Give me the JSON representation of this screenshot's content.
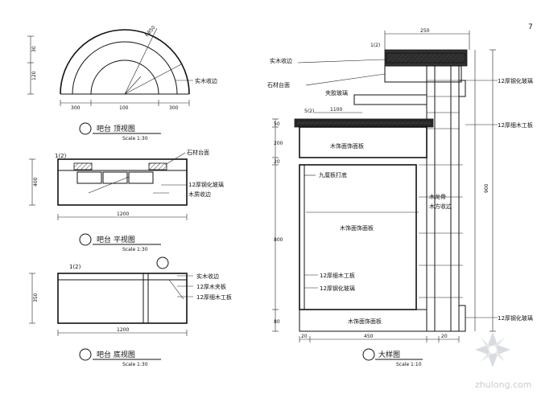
{
  "page_title": "吧台详图",
  "corner_mark": "7",
  "views": {
    "top_plan": {
      "title": "吧台 顶视图",
      "scale": "Scale 1:30",
      "label_edge": "实木收边",
      "dims_bottom": [
        "300",
        "100",
        "300"
      ],
      "dims_left": [
        "30",
        "120"
      ]
    },
    "plan": {
      "title": "吧台 平视图",
      "scale": "Scale 1:30",
      "label_top": "石材台面",
      "label_1": "12厚钢化玻璃",
      "label_2": "木质收边",
      "dims_bottom": [
        "1200"
      ],
      "dims_left": [
        "400"
      ]
    },
    "lower_plan": {
      "title": "吧台 底视图",
      "scale": "Scale 1:30",
      "label_1": "实木收边",
      "label_2": "12厚木夹板",
      "label_3": "12厚细木工板",
      "dims_bottom": [
        "1200"
      ],
      "dims_left": [
        "350"
      ]
    },
    "section": {
      "title": "大样图",
      "scale": "Scale 1:10",
      "label_top_1": "实木收边",
      "label_top_2": "石材台面",
      "label_glass": "夹胶玻璃",
      "label_panel_1": "木饰面饰面板",
      "label_panel_2": "九厘板打底",
      "label_panel_3": "木饰面饰面板",
      "label_frame_1": "木龙骨",
      "label_frame_2": "木方收边",
      "label_board_1": "12厚细木工板",
      "label_board_2": "12厚钢化玻璃",
      "label_base": "木饰面饰面板",
      "right_labels": [
        "12厚钢化玻璃",
        "12厚细木工板",
        "12厚钢化玻璃"
      ],
      "dims_top": [
        "250"
      ],
      "dims_left": [
        "50",
        "200",
        "20",
        "800",
        "80"
      ],
      "dims_right": [
        "900"
      ],
      "dims_bottom": [
        "20",
        "450",
        "20"
      ]
    }
  },
  "watermark": "zhulong.com"
}
